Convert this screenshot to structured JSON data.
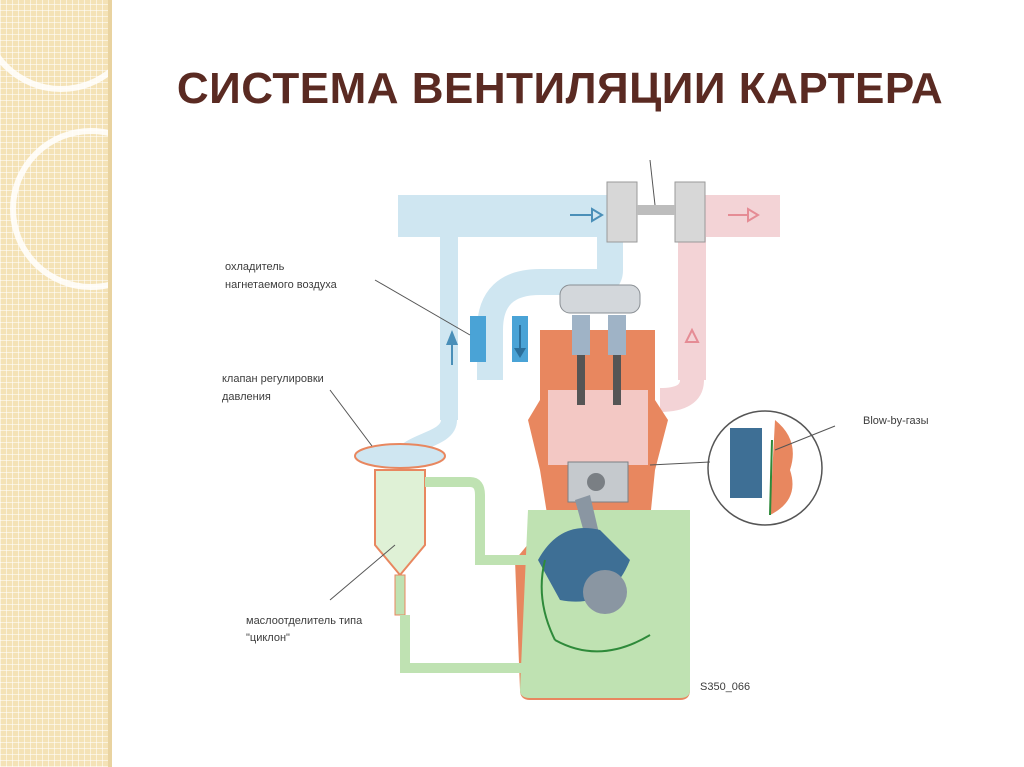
{
  "slide": {
    "title": "СИСТЕМА ВЕНТИЛЯЦИИ КАРТЕРА"
  },
  "diagram": {
    "labels": {
      "intercooler_line1": "охладитель",
      "intercooler_line2": "нагнетаемого воздуха",
      "valve_line1": "клапан регулировки",
      "valve_line2": "давления",
      "blowby": "Blow-by-газы",
      "separator_line1": "маслоотделитель типа",
      "separator_line2": "\"циклон\""
    },
    "figure_code": "S350_066"
  },
  "colors": {
    "title": "#5a2a22",
    "intake_pipe": "#cfe6f1",
    "exhaust_pipe": "#f3d3d6",
    "oil_mist": "#bfe2b2",
    "engine_block": "#e8875f",
    "crank": "#3e6f95",
    "cylinder_head": "#cfd3d7"
  }
}
